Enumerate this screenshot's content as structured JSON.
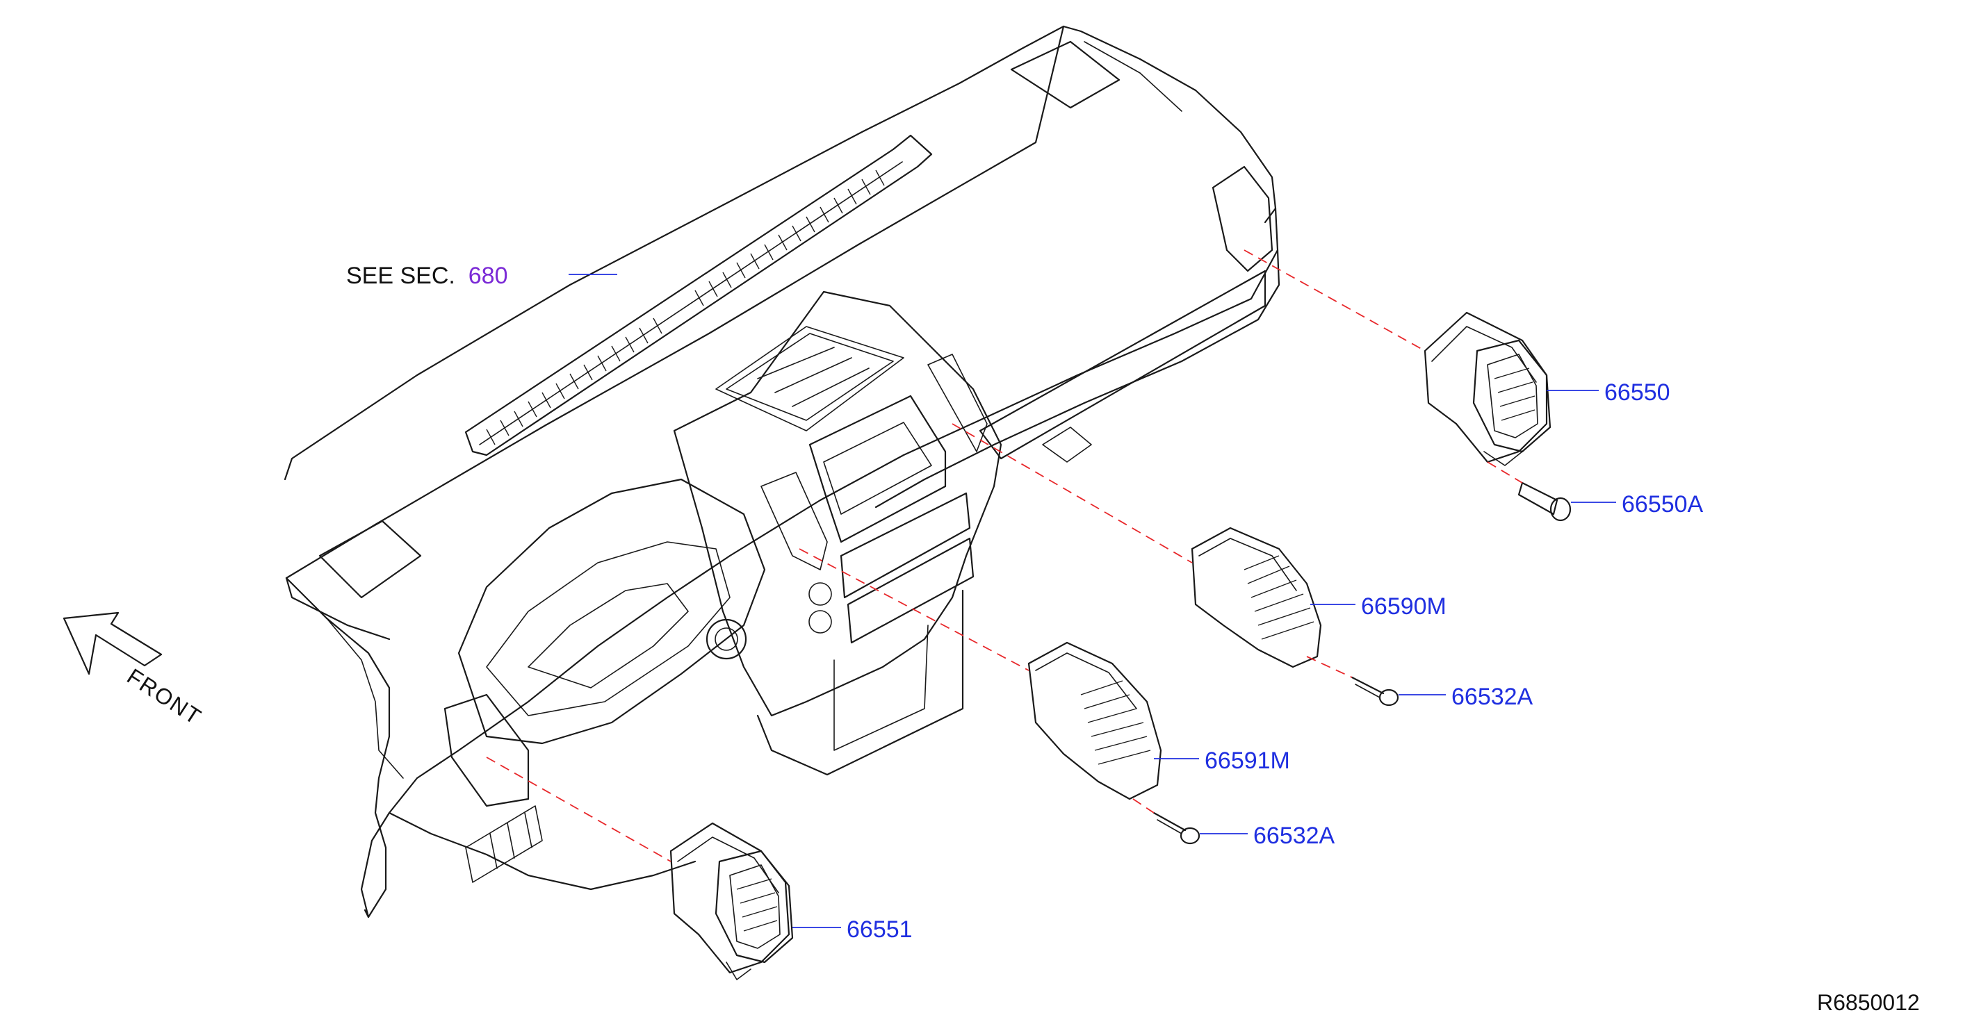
{
  "see_section": {
    "prefix": "SEE  SEC.",
    "number": "680"
  },
  "direction": {
    "label": "FRONT"
  },
  "callouts": [
    {
      "part": "66550"
    },
    {
      "part": "66550A"
    },
    {
      "part": "66590M"
    },
    {
      "part": "66532A"
    },
    {
      "part": "66591M"
    },
    {
      "part": "66532A"
    },
    {
      "part": "66551"
    }
  ],
  "drawing_number": "R6850012",
  "colors": {
    "callout_text": "#1f2fe0",
    "section_number": "#7b2ad6",
    "assembly_dash": "#e8282b",
    "line_art": "#1a1a1a"
  }
}
